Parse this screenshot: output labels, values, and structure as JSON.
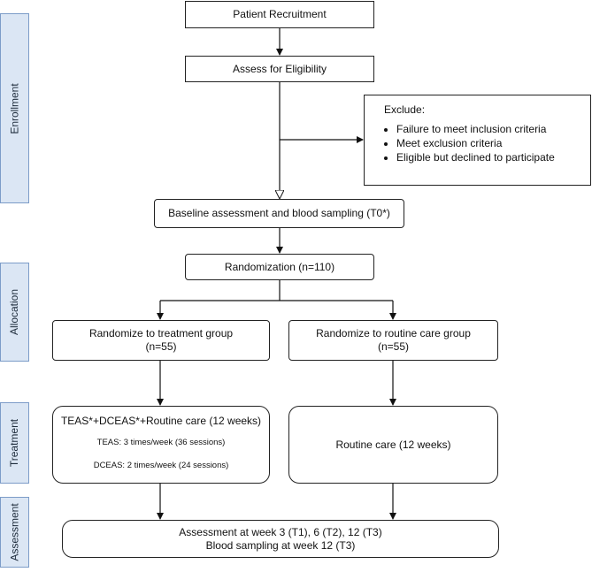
{
  "phases": {
    "enrollment": "Enrollment",
    "allocation": "Allocation",
    "treatment": "Treatment",
    "assessment": "Assessment"
  },
  "boxes": {
    "recruitment": "Patient Recruitment",
    "eligibility": "Assess for Eligibility",
    "exclude_title": "Exclude:",
    "exclude_items": [
      "Failure to meet inclusion criteria",
      "Meet exclusion criteria",
      "Eligible but declined to participate"
    ],
    "baseline": "Baseline assessment and blood sampling (T0*)",
    "randomization": "Randomization (n=110)",
    "treatment_group": {
      "line1": "Randomize to treatment group",
      "line2": "(n=55)"
    },
    "routine_group": {
      "line1": "Randomize to routine care group",
      "line2": "(n=55)"
    },
    "treatment_detail": {
      "title": "TEAS*+DCEAS*+Routine care (12 weeks)",
      "teas": "TEAS: 3 times/week (36 sessions)",
      "dceas": "DCEAS: 2 times/week (24 sessions)"
    },
    "routine_detail": "Routine care (12 weeks)",
    "final_assessment": {
      "line1": "Assessment at week 3 (T1), 6 (T2), 12 (T3)",
      "line2": "Blood sampling at week 12 (T3)"
    }
  }
}
